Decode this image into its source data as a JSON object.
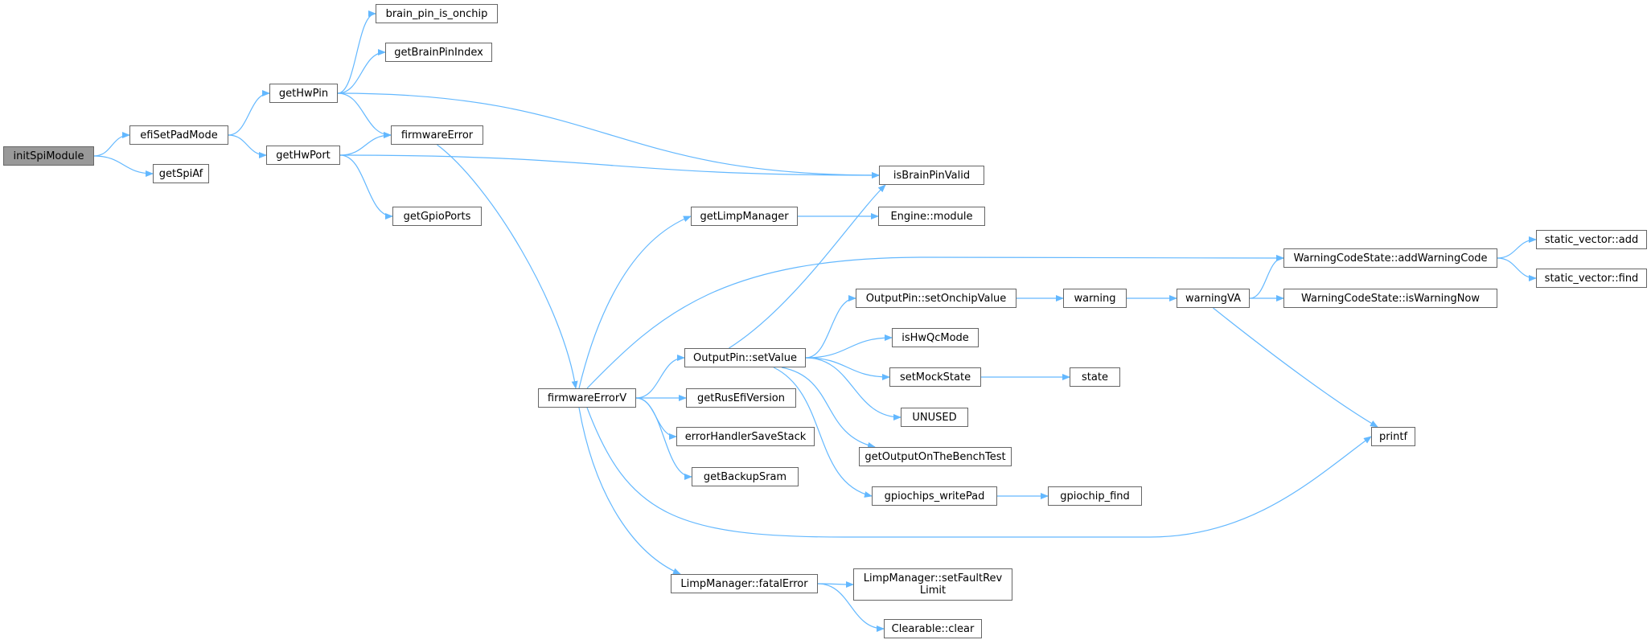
{
  "colors": {
    "edge": "#63b8ff",
    "node_border": "#666666",
    "root_fill": "#999999",
    "node_fill": "#ffffff"
  },
  "nodes": [
    {
      "id": "initSpiModule",
      "label": "initSpiModule",
      "root": true
    },
    {
      "id": "efiSetPadMode",
      "label": "efiSetPadMode"
    },
    {
      "id": "getSpiAf",
      "label": "getSpiAf"
    },
    {
      "id": "getHwPin",
      "label": "getHwPin"
    },
    {
      "id": "getHwPort",
      "label": "getHwPort"
    },
    {
      "id": "brain_pin_is_onchip",
      "label": "brain_pin_is_onchip"
    },
    {
      "id": "getBrainPinIndex",
      "label": "getBrainPinIndex"
    },
    {
      "id": "firmwareError",
      "label": "firmwareError"
    },
    {
      "id": "getGpioPorts",
      "label": "getGpioPorts"
    },
    {
      "id": "isBrainPinValid",
      "label": "isBrainPinValid"
    },
    {
      "id": "firmwareErrorV",
      "label": "firmwareErrorV"
    },
    {
      "id": "getLimpManager",
      "label": "getLimpManager"
    },
    {
      "id": "Engine_module",
      "label": "Engine::module"
    },
    {
      "id": "OutputPin_setValue",
      "label": "OutputPin::setValue"
    },
    {
      "id": "getRusEfiVersion",
      "label": "getRusEfiVersion"
    },
    {
      "id": "errorHandlerSaveStack",
      "label": "errorHandlerSaveStack"
    },
    {
      "id": "getBackupSram",
      "label": "getBackupSram"
    },
    {
      "id": "LimpManager_fatalError",
      "label": "LimpManager::fatalError"
    },
    {
      "id": "OutputPin_setOnchipValue",
      "label": "OutputPin::setOnchipValue"
    },
    {
      "id": "isHwQcMode",
      "label": "isHwQcMode"
    },
    {
      "id": "setMockState",
      "label": "setMockState"
    },
    {
      "id": "UNUSED",
      "label": "UNUSED"
    },
    {
      "id": "getOutputOnTheBenchTest",
      "label": "getOutputOnTheBenchTest"
    },
    {
      "id": "gpiochips_writePad",
      "label": "gpiochips_writePad"
    },
    {
      "id": "warning",
      "label": "warning"
    },
    {
      "id": "state",
      "label": "state"
    },
    {
      "id": "gpiochip_find",
      "label": "gpiochip_find"
    },
    {
      "id": "LimpManager_setFaultRevLimit",
      "label": "LimpManager::setFaultRev\nLimit"
    },
    {
      "id": "Clearable_clear",
      "label": "Clearable::clear"
    },
    {
      "id": "WarningCodeState_addWarningCode",
      "label": "WarningCodeState::addWarningCode"
    },
    {
      "id": "warningVA",
      "label": "warningVA"
    },
    {
      "id": "WarningCodeState_isWarningNow",
      "label": "WarningCodeState::isWarningNow"
    },
    {
      "id": "printf",
      "label": "printf"
    },
    {
      "id": "static_vector_add",
      "label": "static_vector::add"
    },
    {
      "id": "static_vector_find",
      "label": "static_vector::find"
    }
  ],
  "edges": [
    [
      "initSpiModule",
      "efiSetPadMode"
    ],
    [
      "initSpiModule",
      "getSpiAf"
    ],
    [
      "efiSetPadMode",
      "getHwPin"
    ],
    [
      "efiSetPadMode",
      "getHwPort"
    ],
    [
      "getHwPin",
      "brain_pin_is_onchip"
    ],
    [
      "getHwPin",
      "getBrainPinIndex"
    ],
    [
      "getHwPin",
      "firmwareError"
    ],
    [
      "getHwPin",
      "isBrainPinValid"
    ],
    [
      "getHwPort",
      "firmwareError"
    ],
    [
      "getHwPort",
      "isBrainPinValid"
    ],
    [
      "getHwPort",
      "getGpioPorts"
    ],
    [
      "firmwareError",
      "firmwareErrorV"
    ],
    [
      "firmwareErrorV",
      "getLimpManager"
    ],
    [
      "firmwareErrorV",
      "WarningCodeState_addWarningCode"
    ],
    [
      "firmwareErrorV",
      "OutputPin_setValue"
    ],
    [
      "firmwareErrorV",
      "getRusEfiVersion"
    ],
    [
      "firmwareErrorV",
      "errorHandlerSaveStack"
    ],
    [
      "firmwareErrorV",
      "getBackupSram"
    ],
    [
      "firmwareErrorV",
      "LimpManager_fatalError"
    ],
    [
      "firmwareErrorV",
      "printf"
    ],
    [
      "getLimpManager",
      "Engine_module"
    ],
    [
      "OutputPin_setValue",
      "isBrainPinValid"
    ],
    [
      "OutputPin_setValue",
      "OutputPin_setOnchipValue"
    ],
    [
      "OutputPin_setValue",
      "isHwQcMode"
    ],
    [
      "OutputPin_setValue",
      "setMockState"
    ],
    [
      "OutputPin_setValue",
      "UNUSED"
    ],
    [
      "OutputPin_setValue",
      "getOutputOnTheBenchTest"
    ],
    [
      "OutputPin_setValue",
      "gpiochips_writePad"
    ],
    [
      "OutputPin_setOnchipValue",
      "warning"
    ],
    [
      "warning",
      "warningVA"
    ],
    [
      "warningVA",
      "WarningCodeState_addWarningCode"
    ],
    [
      "warningVA",
      "WarningCodeState_isWarningNow"
    ],
    [
      "warningVA",
      "printf"
    ],
    [
      "setMockState",
      "state"
    ],
    [
      "gpiochips_writePad",
      "gpiochip_find"
    ],
    [
      "LimpManager_fatalError",
      "LimpManager_setFaultRevLimit"
    ],
    [
      "LimpManager_fatalError",
      "Clearable_clear"
    ],
    [
      "WarningCodeState_addWarningCode",
      "static_vector_add"
    ],
    [
      "WarningCodeState_addWarningCode",
      "static_vector_find"
    ]
  ]
}
